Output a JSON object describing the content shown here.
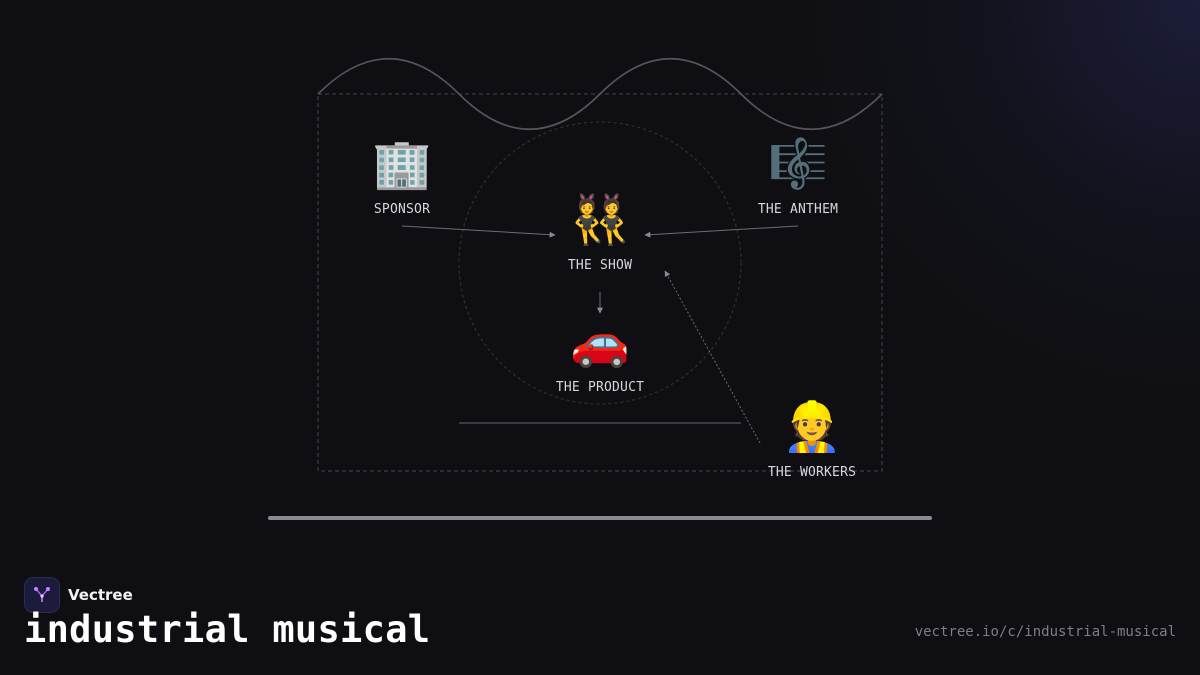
{
  "brand": {
    "name": "Vectree",
    "logo_icon": "tree-icon"
  },
  "page": {
    "title": "industrial musical",
    "url": "vectree.io/c/industrial-musical"
  },
  "diagram": {
    "nodes": {
      "sponsor": {
        "icon": "office-building-icon",
        "emoji": "🏢",
        "label": "SPONSOR"
      },
      "anthem": {
        "icon": "sheet-music-icon",
        "emoji": "🎼",
        "label": "THE ANTHEM"
      },
      "show": {
        "icon": "dancers-icon",
        "emoji": "👯",
        "label": "THE SHOW"
      },
      "product": {
        "icon": "car-icon",
        "emoji": "🚗",
        "label": "THE PRODUCT"
      },
      "workers": {
        "icon": "construction-worker-icon",
        "emoji": "👷",
        "label": "THE WORKERS"
      }
    },
    "edges": [
      {
        "from": "sponsor",
        "to": "show",
        "style": "solid"
      },
      {
        "from": "anthem",
        "to": "show",
        "style": "solid"
      },
      {
        "from": "show",
        "to": "product",
        "style": "solid"
      },
      {
        "from": "workers",
        "to": "show",
        "style": "dotted"
      }
    ],
    "colors": {
      "background": "#0f0f13",
      "line": "#6b6b73",
      "circle": "#1f3a2a",
      "frame": "#3a3a42",
      "curtain": "#55555c",
      "stage_floor": "#8a8a93",
      "accent": "#a855f7"
    }
  }
}
